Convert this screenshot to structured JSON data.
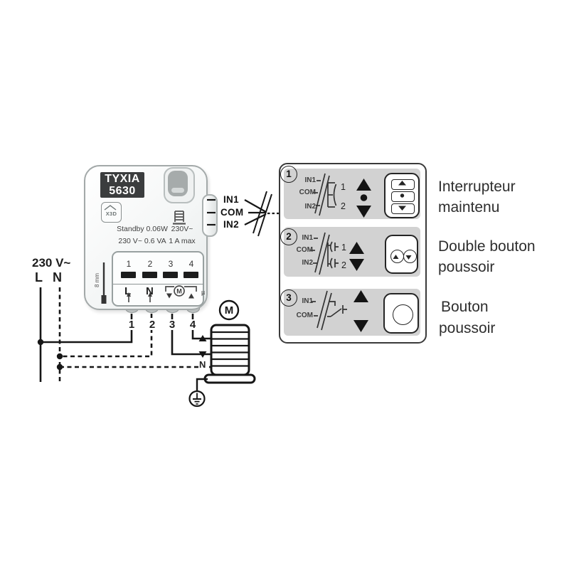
{
  "device": {
    "model": {
      "line1": "TYXIA",
      "line2": "5630"
    },
    "x3d": "X3D",
    "specs": {
      "standby": "Standby 0.06W",
      "consumption": "230 V~ 0.6 VA",
      "voltage": "230V~",
      "max_current": "1 A max"
    },
    "gauge": "8 mm",
    "terminal_numbers": [
      "1",
      "2",
      "3",
      "4"
    ],
    "live": "L",
    "neutral": "N",
    "motor_letter": "M",
    "micro": "µ"
  },
  "inputs": {
    "in1": "IN1",
    "com": "COM",
    "in2": "IN2"
  },
  "supply": {
    "voltage": "230 V~",
    "live": "L",
    "neutral": "N"
  },
  "wires": {
    "numbers": [
      "1",
      "2",
      "3",
      "4"
    ],
    "neutral_label": "N"
  },
  "motor": {
    "letter": "M"
  },
  "panel": {
    "rows": [
      {
        "number": "1",
        "in1": "IN1",
        "com": "COM",
        "in2": "IN2",
        "contact1": "1",
        "contact2": "2",
        "label_line1": "Interrupteur",
        "label_line2": "maintenu"
      },
      {
        "number": "2",
        "in1": "IN1",
        "com": "COM",
        "in2": "IN2",
        "contact1": "1",
        "contact2": "2",
        "label_line1": "Double bouton",
        "label_line2": "poussoir"
      },
      {
        "number": "3",
        "in1": "IN1",
        "com": "COM",
        "label_line1": "Bouton",
        "label_line2": "poussoir"
      }
    ]
  },
  "icons": {
    "up": "▲",
    "down": "▼",
    "press": "●"
  },
  "colors": {
    "line": "#161616",
    "panel_border": "#3a3a3a",
    "row_background": "#d2d2d2",
    "device_border": "#a3a9a9",
    "brand_label_background": "#3b3d3e"
  }
}
